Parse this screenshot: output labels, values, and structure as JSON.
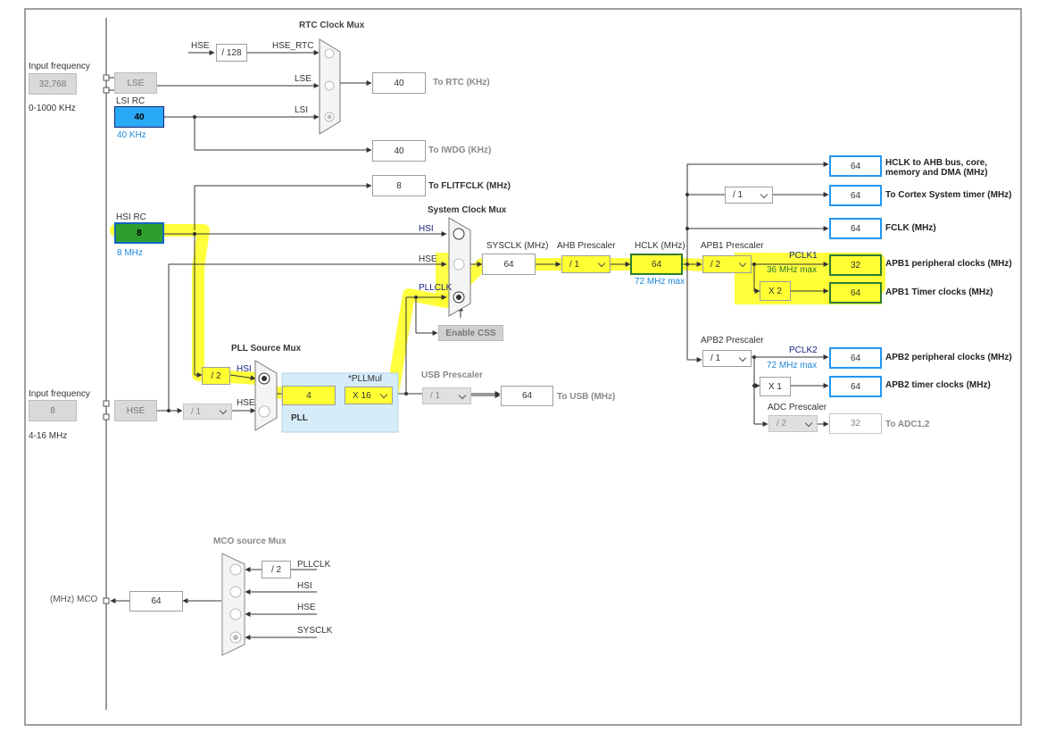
{
  "colors": {
    "highlight": "#ffff33",
    "accent_blue": "#2196f3",
    "lsi_fill": "#29a9f6",
    "hsi_fill": "#2e9e2e",
    "note_blue": "#1e88d8"
  },
  "left": {
    "input_freq_top_label": "Input frequency",
    "lse_input": "32,768",
    "lse_range": "0-1000 KHz",
    "lse": "LSE",
    "lsi_title": "LSI RC",
    "lsi_value": "40",
    "lsi_freq": "40 KHz",
    "hsi_title": "HSI RC",
    "hsi_value": "8",
    "hsi_freq": "8 MHz",
    "input_freq_bottom_label": "Input frequency",
    "hse_input": "8",
    "hse_range": "4-16 MHz",
    "hse": "HSE",
    "hse_div_pll": "/ 1"
  },
  "rtc": {
    "title": "RTC Clock Mux",
    "hse_label": "HSE",
    "div_128": "/ 128",
    "hse_rtc": "HSE_RTC",
    "lse_label": "LSE",
    "lsi_label": "LSI",
    "out_value": "40",
    "out_label": "To RTC (KHz)"
  },
  "iwdg": {
    "value": "40",
    "label": "To IWDG (KHz)"
  },
  "flitf": {
    "value": "8",
    "label": "To FLITFCLK (MHz)"
  },
  "sysmux": {
    "title": "System Clock Mux",
    "hsi": "HSI",
    "hse": "HSE",
    "pllclk": "PLLCLK",
    "css": "Enable CSS"
  },
  "sysclk": {
    "label": "SYSCLK (MHz)",
    "value": "64"
  },
  "ahb": {
    "label": "AHB Prescaler",
    "value": "/ 1"
  },
  "hclk": {
    "label": "HCLK (MHz)",
    "value": "64",
    "max": "72 MHz max"
  },
  "apb1": {
    "label": "APB1 Prescaler",
    "value": "/ 2",
    "pclk1": "PCLK1",
    "max": "36 MHz max",
    "timer_mul": "X 2"
  },
  "apb2": {
    "label": "APB2 Prescaler",
    "value": "/ 1",
    "pclk2": "PCLK2",
    "max": "72 MHz max",
    "timer_mul": "X 1"
  },
  "adc": {
    "label": "ADC Prescaler",
    "value": "/ 2",
    "out": "32",
    "out_label": "To ADC1,2"
  },
  "outputs": [
    {
      "value": "64",
      "label": "HCLK to AHB bus, core,",
      "label2": "memory and DMA (MHz)"
    },
    {
      "value": "64",
      "label": "To Cortex System timer (MHz)",
      "div": "/ 1"
    },
    {
      "value": "64",
      "label": "FCLK (MHz)"
    },
    {
      "value": "32",
      "label": "APB1 peripheral clocks (MHz)"
    },
    {
      "value": "64",
      "label": "APB1 Timer clocks (MHz)"
    },
    {
      "value": "64",
      "label": "APB2 peripheral clocks (MHz)"
    },
    {
      "value": "64",
      "label": "APB2 timer clocks (MHz)"
    }
  ],
  "pll": {
    "src_title": "PLL Source Mux",
    "hsi_div": "/ 2",
    "hsi": "HSI",
    "hse": "HSE",
    "value": "4",
    "mul_label": "*PLLMul",
    "mul": "X 16",
    "title": "PLL"
  },
  "usb": {
    "label": "USB Prescaler",
    "div": "/ 1",
    "value": "64",
    "out_label": "To USB (MHz)"
  },
  "mco": {
    "title": "MCO source Mux",
    "div": "/ 2",
    "pllclk": "PLLCLK",
    "hsi": "HSI",
    "hse": "HSE",
    "sysclk": "SYSCLK",
    "value": "64",
    "label": "(MHz) MCO"
  }
}
